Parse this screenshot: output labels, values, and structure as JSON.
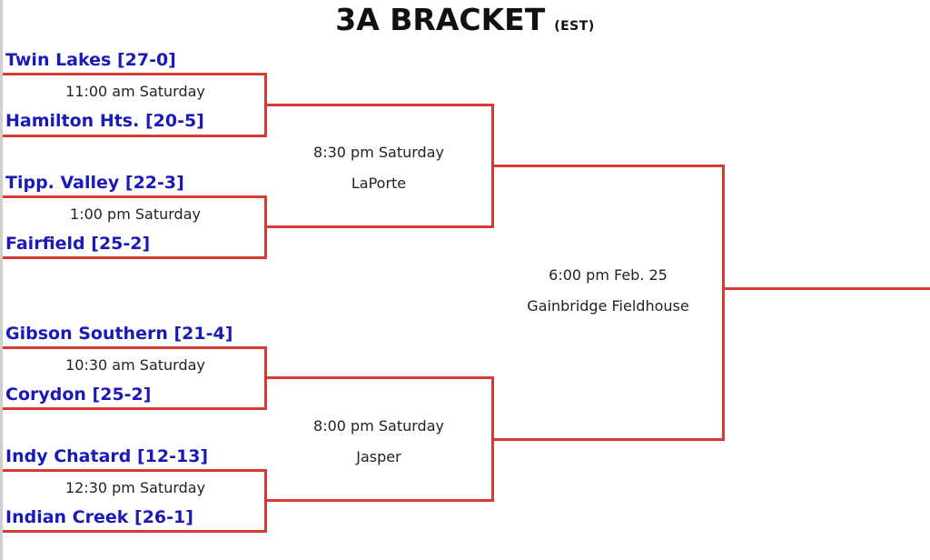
{
  "title": "3A BRACKET",
  "title_note": "(EST)",
  "teams": [
    {
      "name": "Twin Lakes [27-0]"
    },
    {
      "name": "Hamilton Hts. [20-5]"
    },
    {
      "name": "Tipp. Valley [22-3]"
    },
    {
      "name": "Fairfield [25-2]"
    },
    {
      "name": "Gibson Southern [21-4]"
    },
    {
      "name": "Corydon [25-2]"
    },
    {
      "name": "Indy Chatard [12-13]"
    },
    {
      "name": "Indian Creek [26-1]"
    }
  ],
  "sectional_games": [
    {
      "time": "11:00 am Saturday"
    },
    {
      "time": "1:00 pm Saturday"
    },
    {
      "time": "10:30 am Saturday"
    },
    {
      "time": "12:30 pm Saturday"
    }
  ],
  "semifinals": [
    {
      "time": "8:30 pm Saturday",
      "site": "LaPorte"
    },
    {
      "time": "8:00 pm Saturday",
      "site": "Jasper"
    }
  ],
  "final": {
    "time": "6:00 pm Feb. 25",
    "site": "Gainbridge Fieldhouse"
  },
  "colors": {
    "team_text": "#1a1ab8",
    "bracket_line": "#d63a33"
  }
}
